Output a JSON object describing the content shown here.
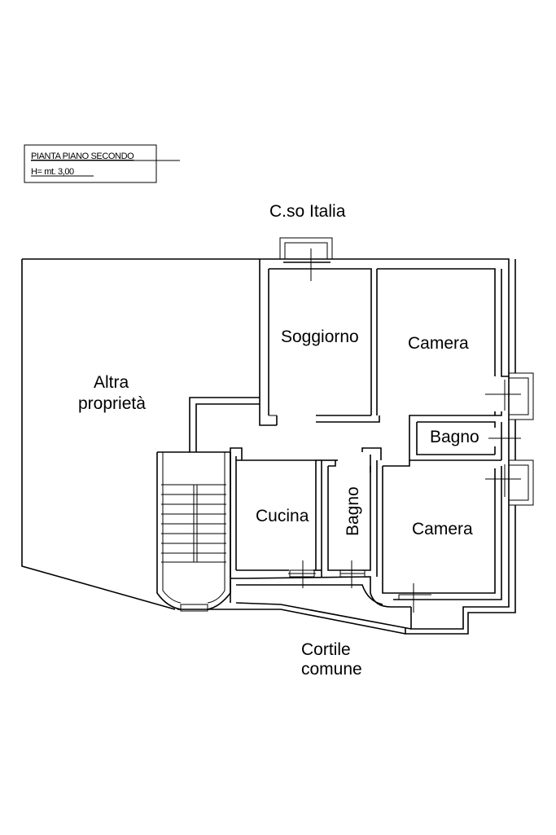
{
  "title_box": {
    "line1": "PIANTA PIANO SECONDO",
    "line2": "H= mt. 3,00"
  },
  "labels": {
    "street": "C.so Italia",
    "other_property_line1": "Altra",
    "other_property_line2": "proprietà",
    "soggiorno": "Soggiorno",
    "camera_top": "Camera",
    "bagno_right": "Bagno",
    "cucina": "Cucina",
    "bagno_center": "Bagno",
    "camera_bottom": "Camera",
    "courtyard_line1": "Cortile",
    "courtyard_line2": "comune"
  }
}
